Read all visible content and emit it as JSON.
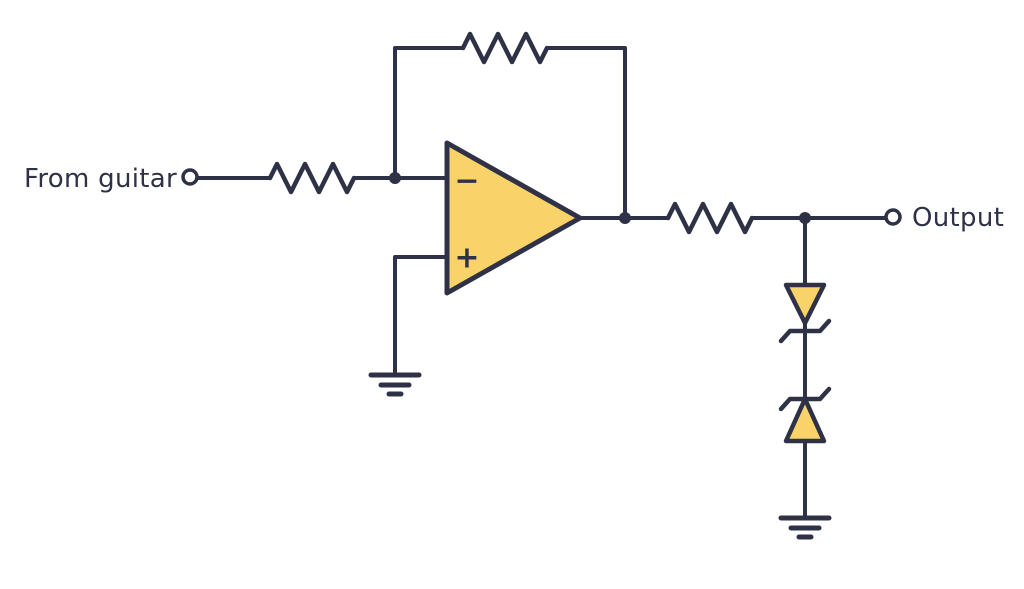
{
  "diagram": {
    "labels": {
      "input": "From guitar",
      "output": "Output"
    },
    "opamp": {
      "inverting_label": "−",
      "noninverting_label": "+"
    },
    "components": [
      "input-terminal",
      "input-resistor",
      "feedback-resistor",
      "opamp",
      "ground-left",
      "output-resistor",
      "zener-diode-top",
      "zener-diode-bottom",
      "ground-right",
      "output-terminal"
    ]
  },
  "colors": {
    "line": "#2F3247",
    "component_fill": "#F9D36A",
    "background": "#FFFFFF"
  }
}
